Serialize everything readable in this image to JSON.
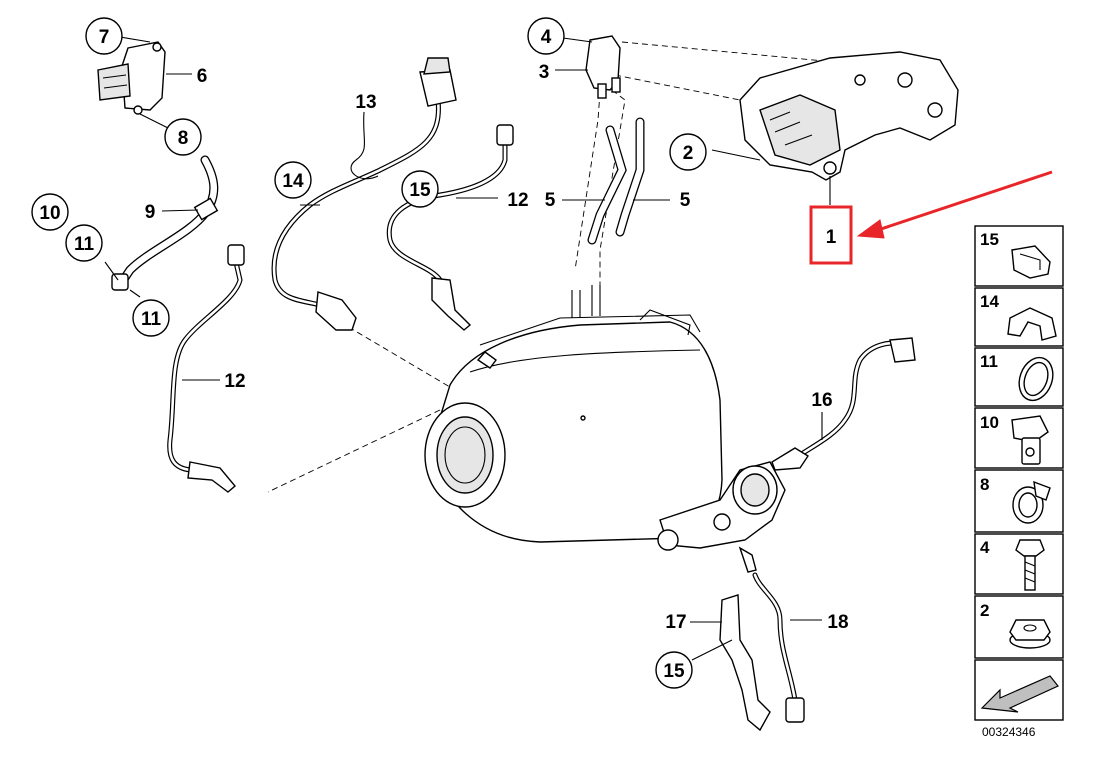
{
  "diagram": {
    "callouts": [
      {
        "id": "c7",
        "label": "7"
      },
      {
        "id": "c6",
        "label": "6"
      },
      {
        "id": "c8",
        "label": "8"
      },
      {
        "id": "c9",
        "label": "9"
      },
      {
        "id": "c10",
        "label": "10"
      },
      {
        "id": "c11a",
        "label": "11"
      },
      {
        "id": "c11b",
        "label": "11"
      },
      {
        "id": "c12a",
        "label": "12"
      },
      {
        "id": "c13",
        "label": "13"
      },
      {
        "id": "c14",
        "label": "14"
      },
      {
        "id": "c15a",
        "label": "15"
      },
      {
        "id": "c12b",
        "label": "12"
      },
      {
        "id": "c4",
        "label": "4"
      },
      {
        "id": "c3",
        "label": "3"
      },
      {
        "id": "c5a",
        "label": "5"
      },
      {
        "id": "c5b",
        "label": "5"
      },
      {
        "id": "c2",
        "label": "2"
      },
      {
        "id": "c1",
        "label": "1"
      },
      {
        "id": "c16",
        "label": "16"
      },
      {
        "id": "c17",
        "label": "17"
      },
      {
        "id": "c15b",
        "label": "15"
      },
      {
        "id": "c18",
        "label": "18"
      }
    ],
    "highlight": {
      "target": "1",
      "color": "#e8262a"
    },
    "legend": [
      "15",
      "14",
      "11",
      "10",
      "8",
      "4",
      "2"
    ],
    "reference_number": "00324346"
  }
}
